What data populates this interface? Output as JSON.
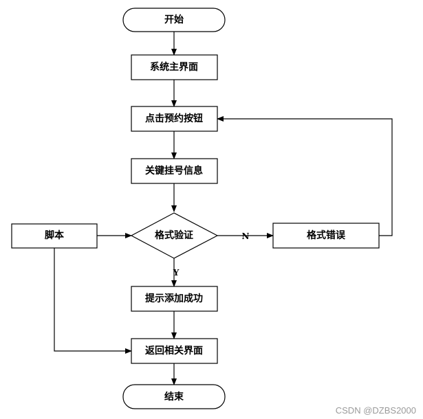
{
  "nodes": {
    "start": "开始",
    "main_ui": "系统主界面",
    "click_book": "点击预约按钮",
    "key_info": "关键挂号信息",
    "validate": "格式验证",
    "script": "脚本",
    "format_error": "格式错误",
    "success": "提示添加成功",
    "return": "返回相关界面",
    "end": "结束"
  },
  "edge_labels": {
    "no": "N",
    "yes": "Y"
  },
  "watermark": "CSDN @DZBS2000"
}
